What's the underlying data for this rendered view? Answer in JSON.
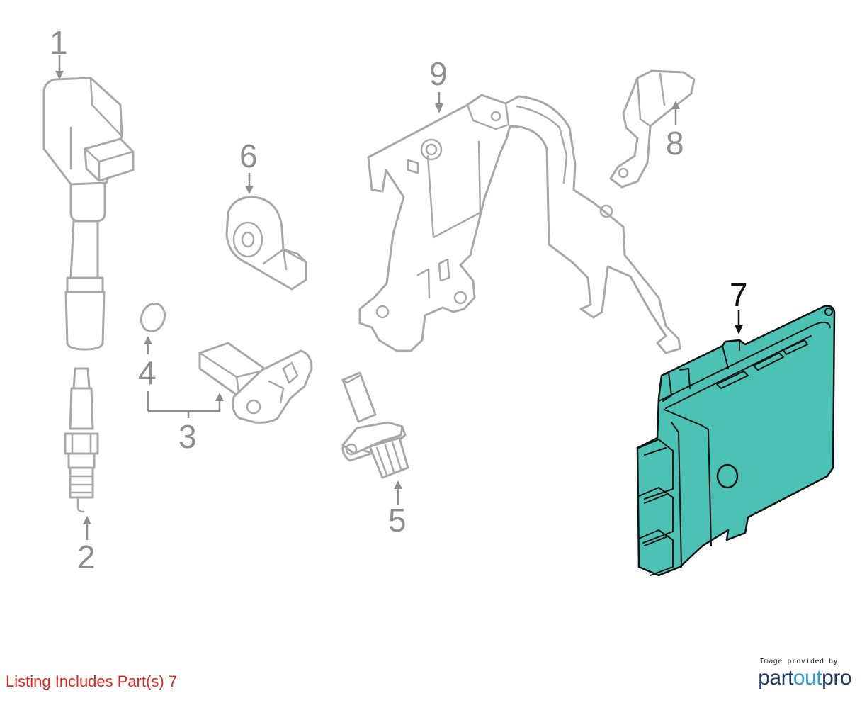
{
  "callouts": {
    "c1": "1",
    "c2": "2",
    "c3": "3",
    "c4": "4",
    "c5": "5",
    "c6": "6",
    "c7": "7",
    "c8": "8",
    "c9": "9"
  },
  "highlighted_part": "7",
  "colors": {
    "highlight_fill": "#4cc2b5",
    "part_outline": "#a8a8a8",
    "callout_gray": "#8e8e8e",
    "listing_text": "#e8211b",
    "logo_dark": "#1f3a68",
    "logo_accent": "#2a9bd6"
  },
  "listing_note": "Listing Includes Part(s) 7",
  "credit": {
    "caption": "Image provided by",
    "logo_part1": "part",
    "logo_part2": "out",
    "logo_part3": "pro"
  }
}
